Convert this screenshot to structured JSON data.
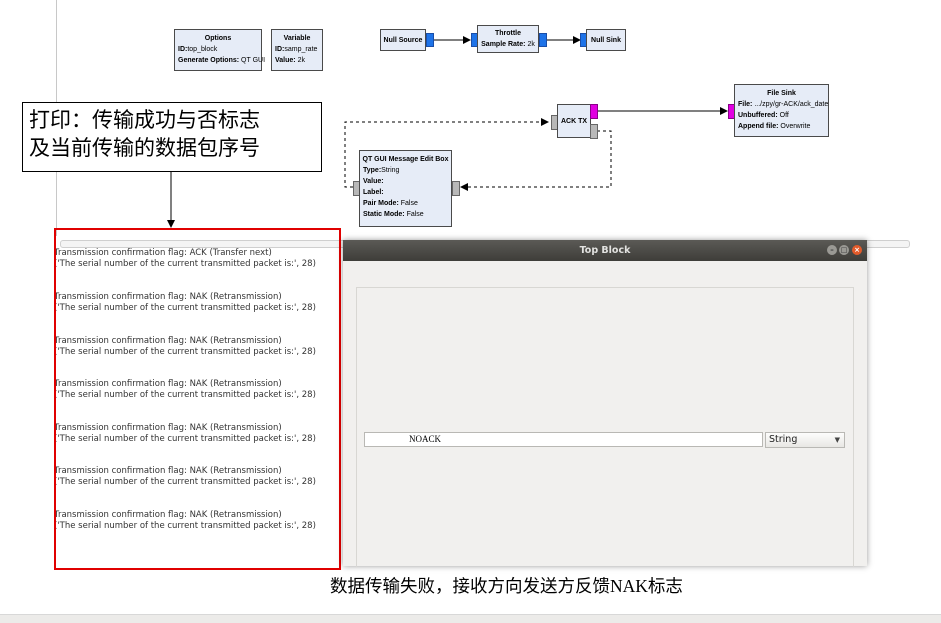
{
  "annotation": {
    "line1": "打印：传输成功与否标志",
    "line2": "及当前传输的数据包序号"
  },
  "flowgraph": {
    "options": {
      "title": "Options",
      "id_label": "ID:",
      "id_value": "top_block",
      "gen_label": "Generate Options:",
      "gen_value": "QT GUI"
    },
    "variable": {
      "title": "Variable",
      "id_label": "ID:",
      "id_value": "samp_rate",
      "value_label": "Value:",
      "value_value": "2k"
    },
    "null_source": {
      "title": "Null Source"
    },
    "throttle": {
      "title": "Throttle",
      "rate_label": "Sample Rate:",
      "rate_value": "2k"
    },
    "null_sink": {
      "title": "Null Sink"
    },
    "ack_tx": {
      "title": "ACK TX"
    },
    "file_sink": {
      "title": "File Sink",
      "file_label": "File:",
      "file_value": ".../zpy/gr-ACK/ack_date",
      "unbuf_label": "Unbuffered:",
      "unbuf_value": "Off",
      "append_label": "Append file:",
      "append_value": "Overwrite"
    },
    "msg_edit": {
      "title": "QT GUI Message Edit Box",
      "type_label": "Type:",
      "type_value": "String",
      "value_label": "Value:",
      "label_label": "Label:",
      "pair_label": "Pair Mode:",
      "pair_value": "False",
      "static_label": "Static Mode:",
      "static_value": "False"
    }
  },
  "console": {
    "first_line": "Transmission confirmation flag: ACK (Transfer next)",
    "entries": [
      {
        "flag": "Transmission confirmation flag: NAK (Retransmission)",
        "serial": "('The serial number of the current transmitted packet is:', 28)"
      },
      {
        "flag": "Transmission confirmation flag: NAK (Retransmission)",
        "serial": "('The serial number of the current transmitted packet is:', 28)"
      },
      {
        "flag": "Transmission confirmation flag: NAK (Retransmission)",
        "serial": "('The serial number of the current transmitted packet is:', 28)"
      },
      {
        "flag": "Transmission confirmation flag: NAK (Retransmission)",
        "serial": "('The serial number of the current transmitted packet is:', 28)"
      },
      {
        "flag": "Transmission confirmation flag: NAK (Retransmission)",
        "serial": "('The serial number of the current transmitted packet is:', 28)"
      },
      {
        "flag": "Transmission confirmation flag: NAK (Retransmission)",
        "serial": "('The serial number of the current transmitted packet is:', 28)"
      }
    ],
    "first_serial": "('The serial number of the current transmitted packet is:', 28)"
  },
  "window": {
    "title": "Top Block",
    "message_value": "NOACK",
    "type_select": "String"
  },
  "caption": "数据传输失败，接收方向发送方反馈NAK标志",
  "colors": {
    "highlight_box": "#e00000",
    "port_blue": "#1e73e8",
    "port_magenta": "#e100e1"
  }
}
